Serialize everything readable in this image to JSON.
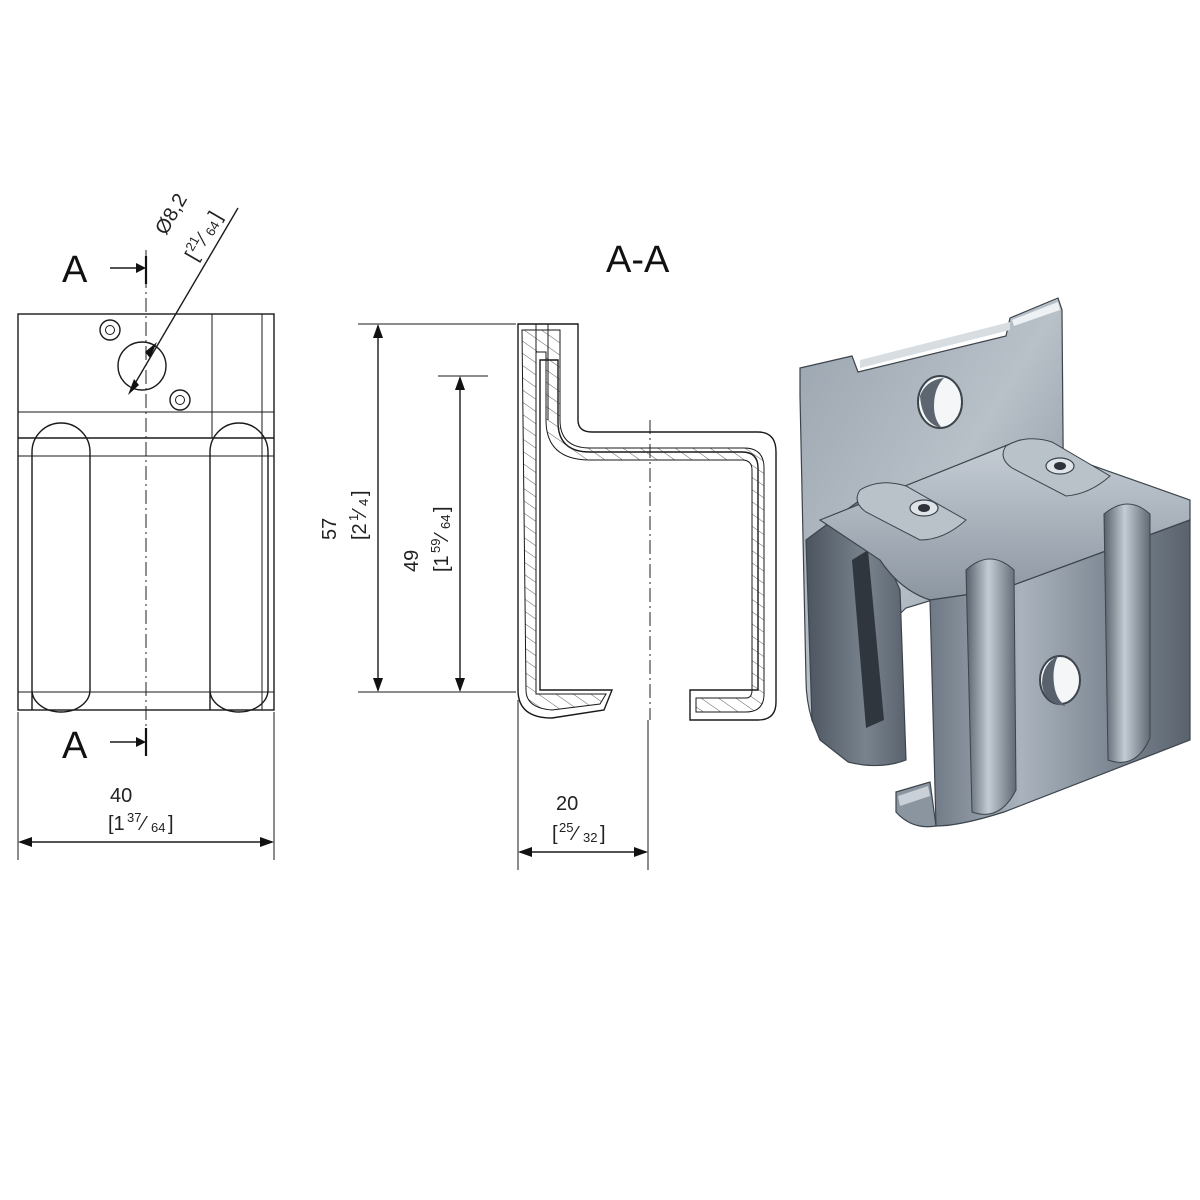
{
  "section": {
    "title": "A-A",
    "marker_top": "A",
    "marker_bottom": "A"
  },
  "dimensions": {
    "hole_diameter": {
      "metric": "Ø8,2",
      "inch_bracket_open": "[",
      "inch_num": "21",
      "inch_den": "64",
      "inch_bracket_close": "]"
    },
    "width": {
      "metric": "40",
      "inch_whole": "[1",
      "inch_num": "37",
      "inch_den": "64",
      "inch_bracket_close": "]"
    },
    "height_outer": {
      "metric": "57",
      "inch_whole": "[2",
      "inch_num": "1",
      "inch_den": "4",
      "inch_bracket_close": "]"
    },
    "height_inner": {
      "metric": "49",
      "inch_whole": "[1",
      "inch_num": "59",
      "inch_den": "64",
      "inch_bracket_close": "]"
    },
    "depth": {
      "metric": "20",
      "inch_bracket_open": "[",
      "inch_num": "25",
      "inch_den": "32",
      "inch_bracket_close": "]"
    }
  },
  "colors": {
    "line": "#1a1a1a",
    "metal_light": "#c9d0d8",
    "metal_mid": "#8e98a4",
    "metal_dark": "#4d5660"
  },
  "views": [
    "front-view",
    "section-view",
    "isometric-render"
  ]
}
